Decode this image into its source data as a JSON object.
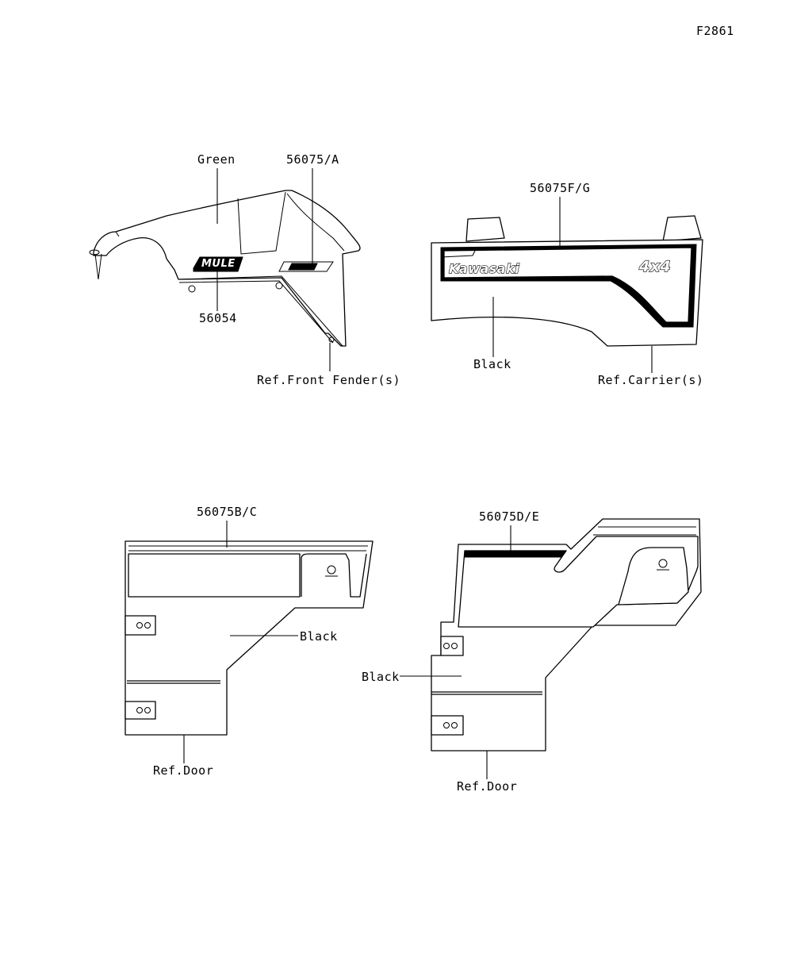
{
  "diagram_id": "F2861",
  "labels": {
    "front_green": "Green",
    "front_decal_a": "56075/A",
    "front_decal_mule": "56054",
    "front_ref": "Ref.Front Fender(s)",
    "carrier_decal": "56075F/G",
    "carrier_black": "Black",
    "carrier_ref": "Ref.Carrier(s)",
    "left_door_decal": "56075B/C",
    "left_door_black": "Black",
    "left_door_ref": "Ref.Door",
    "right_door_decal": "56075D/E",
    "right_door_black": "Black",
    "right_door_ref": "Ref.Door"
  },
  "decal_text": {
    "brand": "Kawasaki",
    "drive": "4x4",
    "model": "MULE"
  }
}
